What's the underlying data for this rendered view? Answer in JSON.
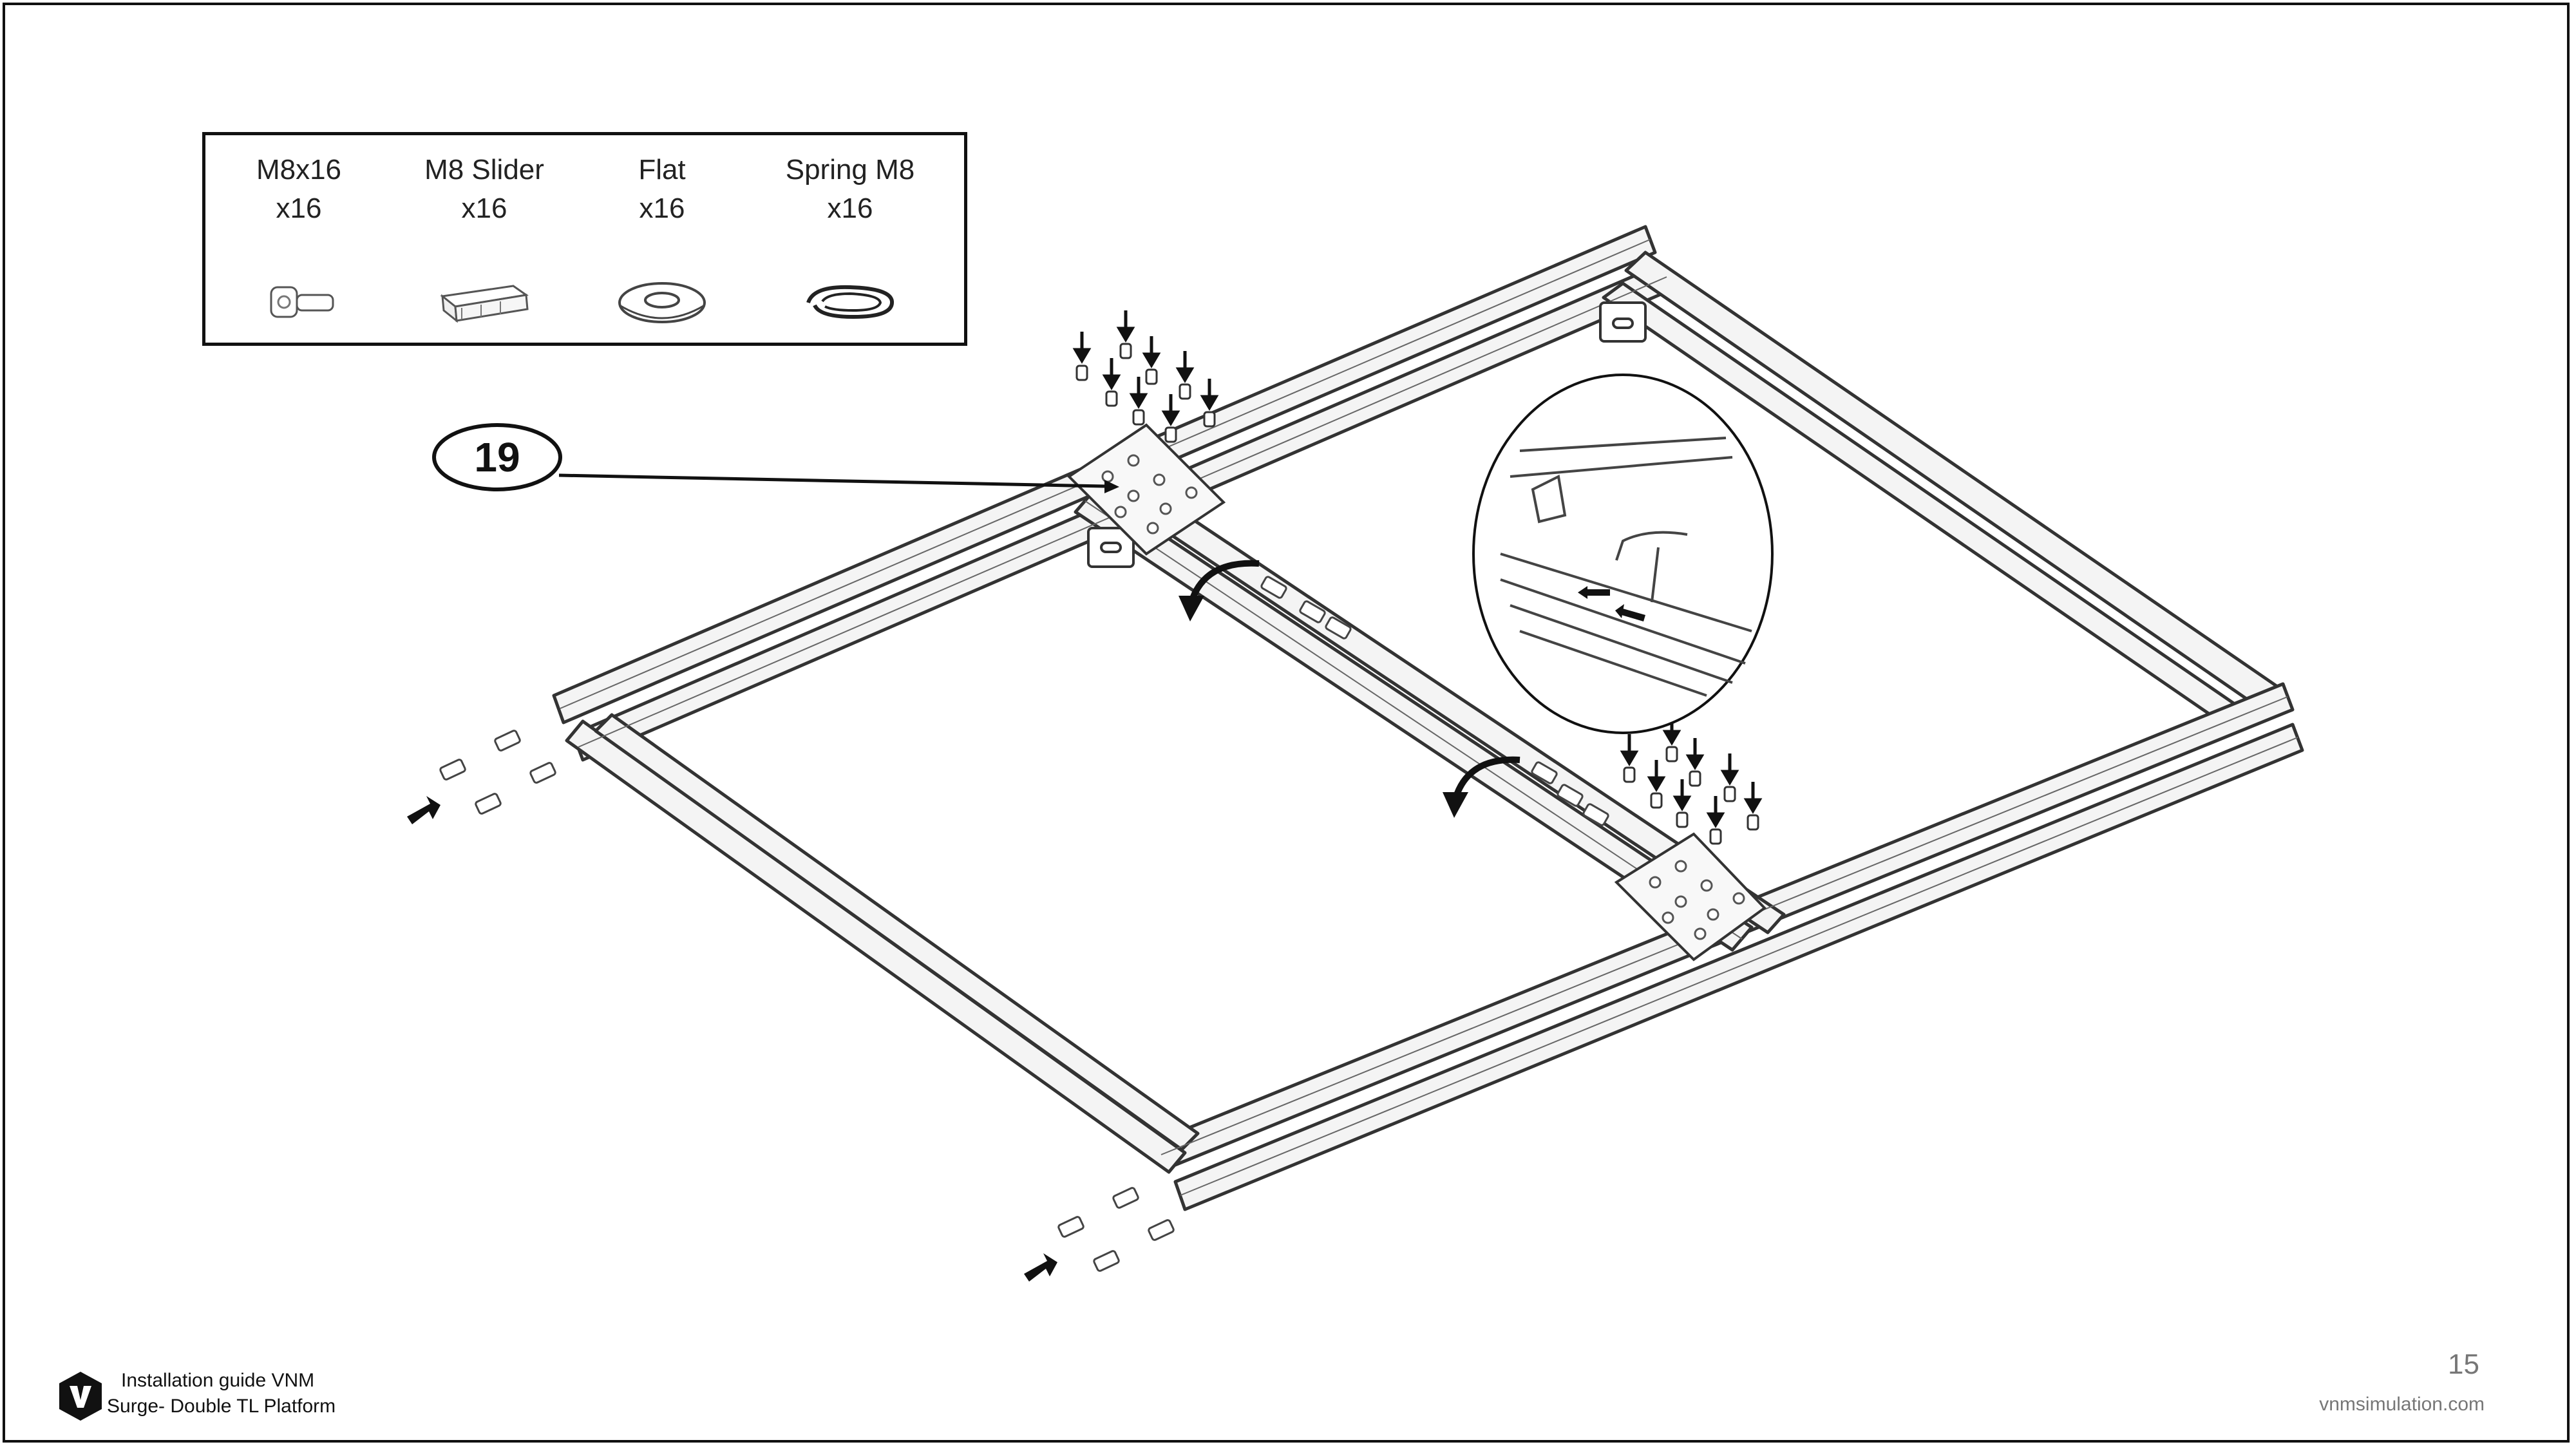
{
  "parts": [
    {
      "name": "M8x16",
      "qty": "x16",
      "icon": "bolt-icon"
    },
    {
      "name": "M8 Slider",
      "qty": "x16",
      "icon": "slider-nut-icon"
    },
    {
      "name": "Flat",
      "qty": "x16",
      "icon": "flat-washer-icon"
    },
    {
      "name": "Spring M8",
      "qty": "x16",
      "icon": "spring-washer-icon"
    }
  ],
  "callout": {
    "step_number": "19"
  },
  "footer": {
    "guide_title": "Installation guide VNM",
    "product_name": "Surge- Double TL Platform",
    "page_number": "15",
    "website": "vnmsimulation.com"
  },
  "colors": {
    "line": "#111111",
    "profile_fill": "#f4f4f4",
    "muted_text": "#777777"
  }
}
